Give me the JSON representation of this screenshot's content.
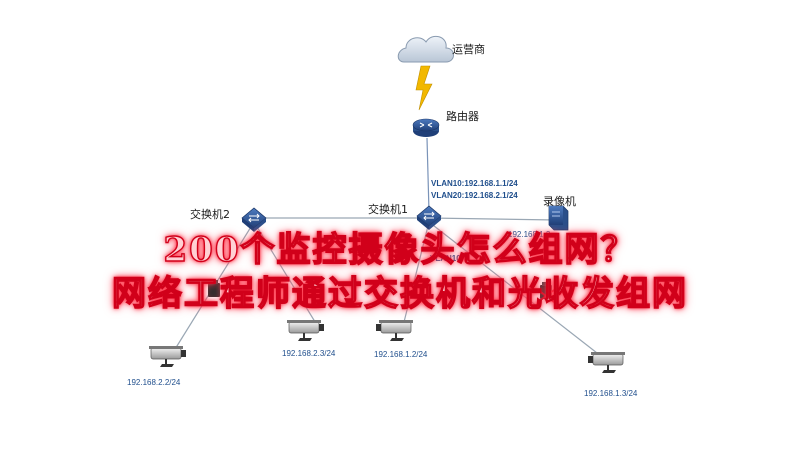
{
  "title": {
    "line1": "200个监控摄像头怎么组网？",
    "line2": "网络工程师通过交换机和光收发组网"
  },
  "nodes": {
    "isp": "运营商",
    "router": "路由器",
    "switch1": "交换机1",
    "switch2": "交换机2",
    "nvr": "录像机"
  },
  "vlan": {
    "line1": "VLAN10:192.168.1.1/24",
    "line2": "VLAN20:192.168.2.1/24",
    "port_label": "VLAN10",
    "nvr_ip_partial": "192.168.1.2"
  },
  "cameras": {
    "cam_a": "192.168.2.2/24",
    "cam_b": "192.168.2.3/24",
    "cam_c": "192.168.1.2/24",
    "cam_d": "192.168.1.3/24"
  },
  "colors": {
    "link": "#9aa7b4",
    "uplink": "#7a93b8",
    "lightning": "#f2b800",
    "device_blue": "#2a4f8a",
    "title_stroke": "#d1001a"
  }
}
